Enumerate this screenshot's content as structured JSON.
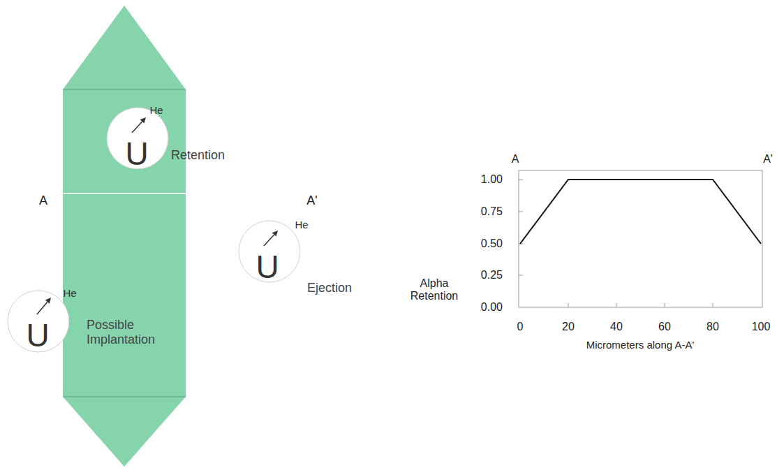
{
  "diagram": {
    "nodes": [
      {
        "text": [
          "He",
          "U",
          "Retention"
        ]
      },
      {
        "text": [
          "He",
          "U",
          "Ejection"
        ]
      },
      {
        "text": [
          "He",
          "U",
          "Possible Implantation"
        ]
      }
    ],
    "labels": [
      "A",
      "A'",
      "A",
      "A'",
      "Alpha Retention",
      "1.00",
      "0.75",
      "0.50",
      "0.25",
      "0.00",
      "0",
      "20",
      "40",
      "60",
      "80",
      "100",
      "Micrometers along A-A'"
    ]
  }
}
